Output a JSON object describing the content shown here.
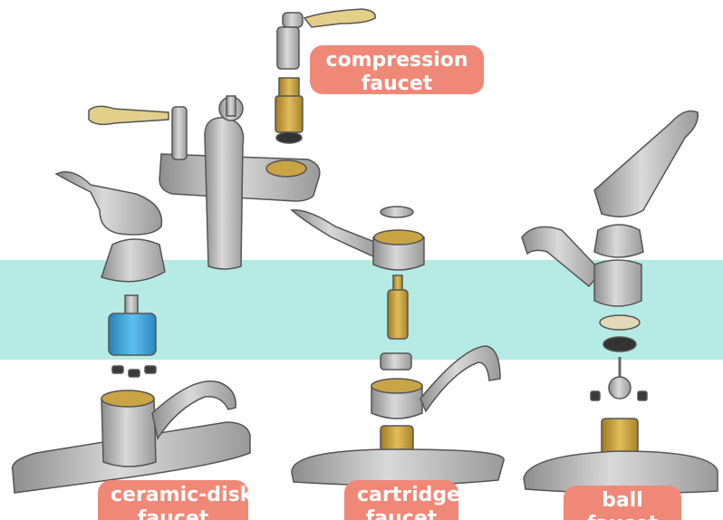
{
  "labels": {
    "compression": {
      "line1": "compression",
      "line2": "faucet"
    },
    "ceramic_disk": {
      "line1": "ceramic-disk",
      "line2": "faucet"
    },
    "cartridge": {
      "line1": "cartridge",
      "line2": "faucet"
    },
    "ball": {
      "line1": "ball",
      "line2": "faucet"
    }
  },
  "colors": {
    "band": "#b5ebe4",
    "label_bg": "#f08878",
    "chrome": "#b8b8b8",
    "brass": "#c9a445",
    "ceramic_blue": "#3fa6dc"
  }
}
